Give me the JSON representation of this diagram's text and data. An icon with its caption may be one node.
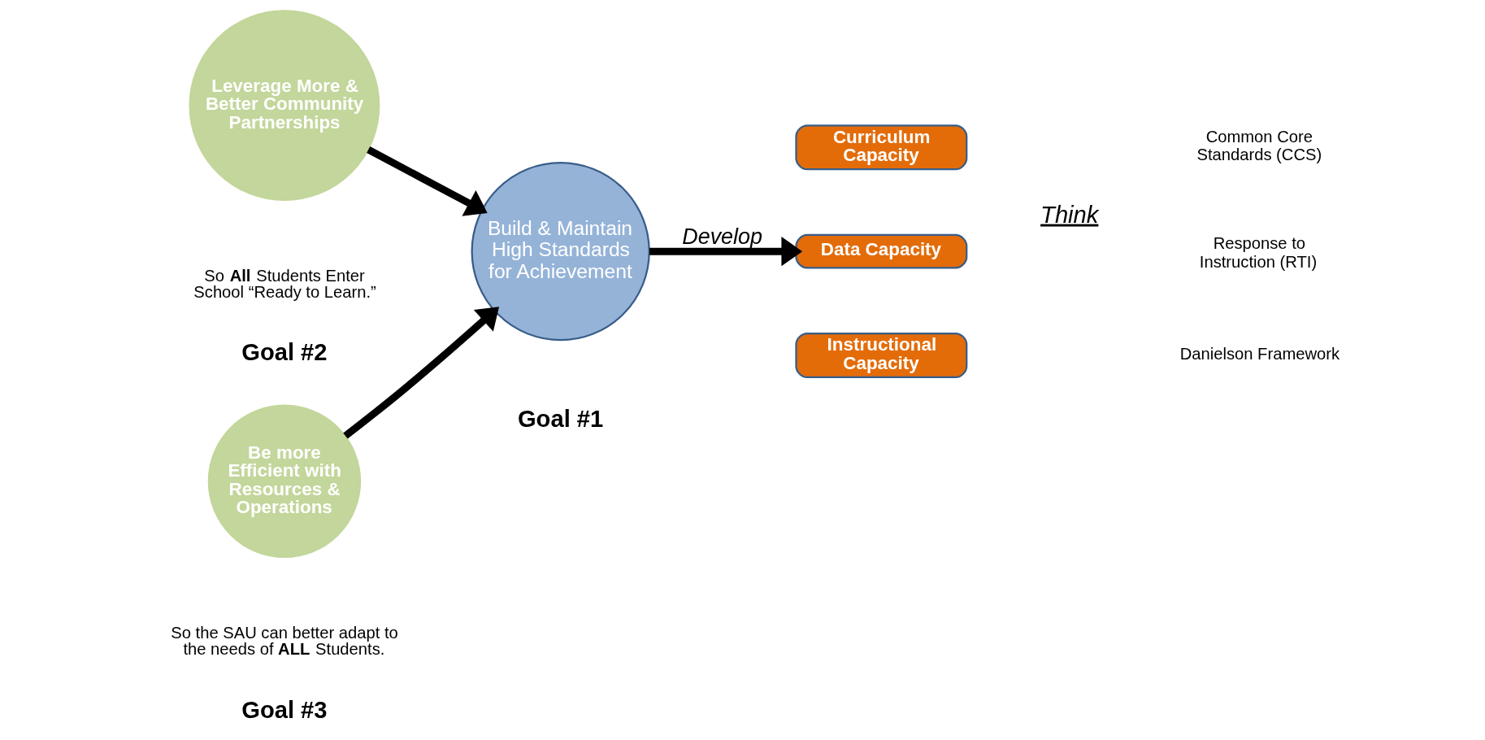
{
  "diagram": {
    "nodes": [
      {
        "text": [
          "Build & Maintain High Standards for Achievement"
        ],
        "beside": [
          "Goal #1"
        ]
      },
      {
        "text": [
          "Curriculum Capacity"
        ]
      },
      {
        "text": [
          "Data Capacity"
        ]
      },
      {
        "text": [
          "Instructional Capacity"
        ]
      },
      {
        "text": [
          "Leverage More & Better Community Partnerships"
        ],
        "beside": [
          "Goal #2",
          "So **All** Students Enter School “Ready to Learn.”"
        ]
      },
      {
        "text": [
          "Be more Efficient with Resources & Operations"
        ],
        "beside": [
          "Goal #3",
          "So the SAU can better adapt to the needs of **ALL** Students."
        ]
      }
    ],
    "edges": [
      {
        "from": 0,
        "to": 2,
        "arrow": "to",
        "label": "Develop"
      },
      {
        "from": 4,
        "to": 0,
        "arrow": "to"
      },
      {
        "from": 5,
        "to": 0,
        "arrow": "to"
      }
    ],
    "labels": [
      "Common Core Standards (CCS)",
      "Think",
      "Response to Instruction (RTI)",
      "Danielson Framework"
    ]
  }
}
